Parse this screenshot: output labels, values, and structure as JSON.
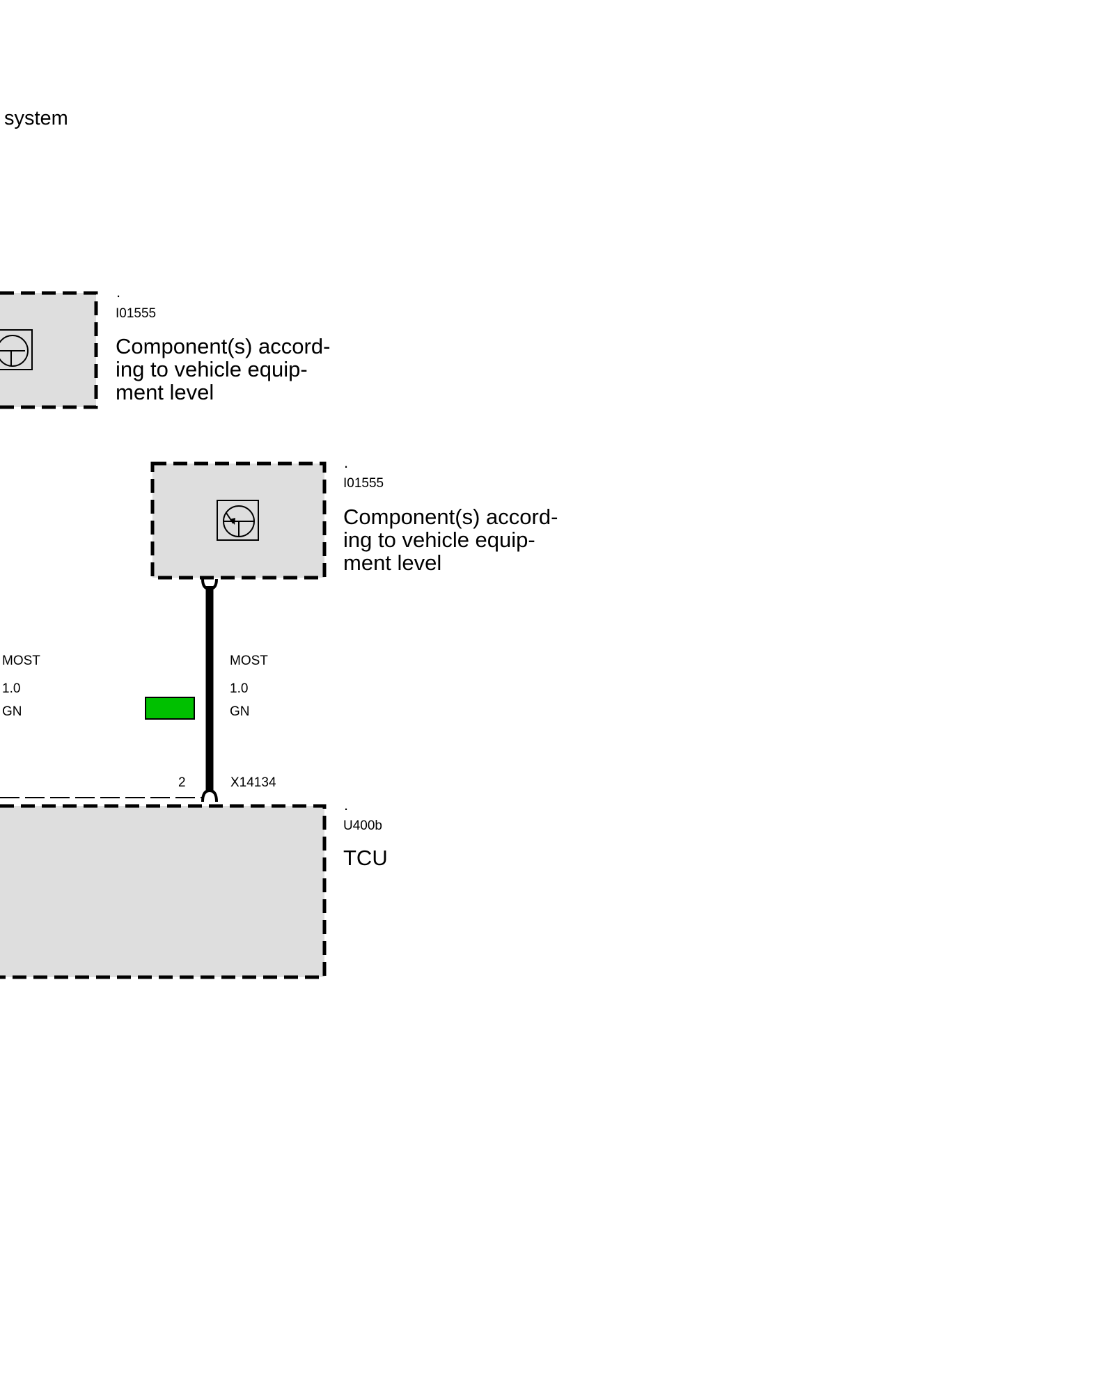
{
  "title_fragment": "system",
  "components": [
    {
      "dot": ".",
      "code": "I01555",
      "description_lines": [
        "Component(s) accord-",
        "ing to vehicle equip-",
        "ment level"
      ]
    },
    {
      "dot": ".",
      "code": "I01555",
      "description_lines": [
        "Component(s) accord-",
        "ing to vehicle equip-",
        "ment level"
      ]
    },
    {
      "dot": ".",
      "code": "U400b",
      "description_lines": [
        "TCU"
      ]
    }
  ],
  "wires": [
    {
      "signal": "MOST",
      "cross_section": "1.0",
      "color_code": "GN"
    },
    {
      "signal": "MOST",
      "cross_section": "1.0",
      "color_code": "GN"
    }
  ],
  "connector": {
    "pin": "2",
    "code": "X14134"
  },
  "colors": {
    "component_fill": "#dedede",
    "wire_color_swatch": "#00c000",
    "line": "#000000"
  }
}
